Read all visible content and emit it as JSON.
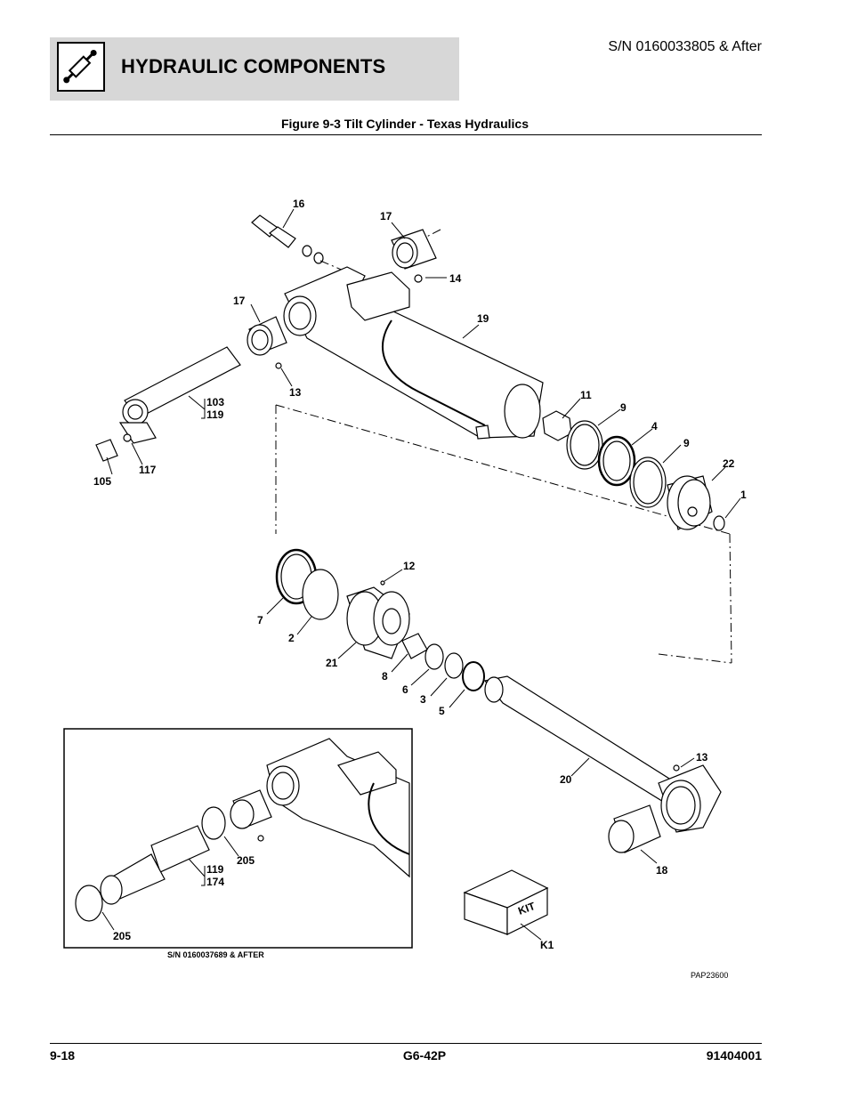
{
  "header": {
    "title": "HYDRAULIC COMPONENTS",
    "serial": "S/N 0160033805 & After",
    "icon": "hydraulic-cylinder-icon"
  },
  "figure": {
    "title": "Figure 9-3 Tilt Cylinder - Texas Hydraulics",
    "inset_caption": "S/N 0160037689 & AFTER",
    "drawing_code": "PAP23600",
    "kit_text": "KIT",
    "callouts": {
      "c16": "16",
      "c17a": "17",
      "c14": "14",
      "c17b": "17",
      "c19": "19",
      "c103": "103",
      "c119": "119",
      "c13a": "13",
      "c117": "117",
      "c105": "105",
      "c11": "11",
      "c9a": "9",
      "c4": "4",
      "c9b": "9",
      "c22": "22",
      "c1": "1",
      "c12": "12",
      "c7": "7",
      "c2": "2",
      "c21": "21",
      "c8": "8",
      "c6": "6",
      "c3": "3",
      "c5": "5",
      "c13b": "13",
      "c20": "20",
      "c18": "18",
      "cK1": "K1",
      "i119": "119",
      "i174": "174",
      "i205a": "205",
      "i205b": "205"
    }
  },
  "footer": {
    "page": "9-18",
    "model": "G6-42P",
    "doc_number": "91404001"
  }
}
